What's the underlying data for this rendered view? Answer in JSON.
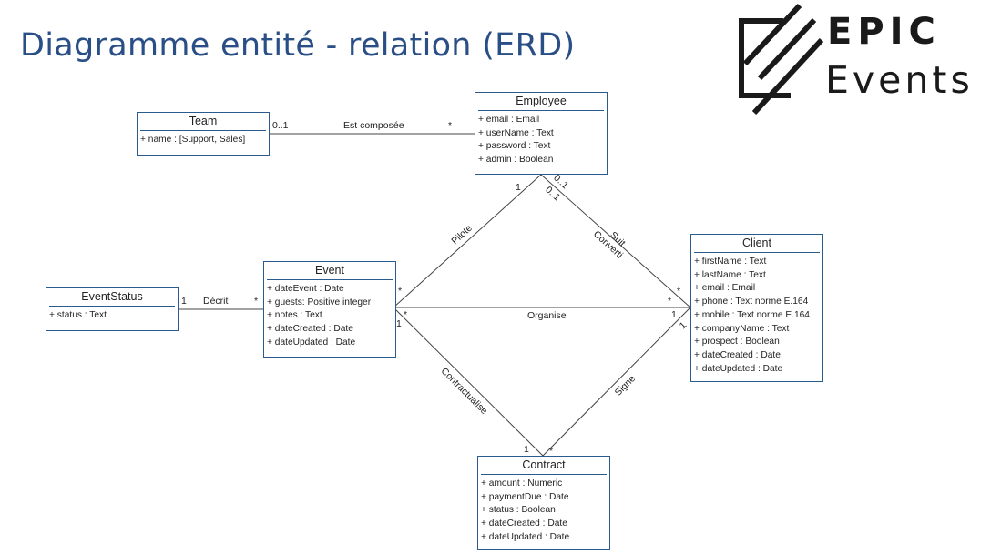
{
  "title": "Diagramme entité - relation (ERD)",
  "logo": {
    "line1": "EPIC",
    "line2": "Events"
  },
  "entities": {
    "team": {
      "name": "Team",
      "attrs": [
        "+ name : [Support, Sales]"
      ]
    },
    "employee": {
      "name": "Employee",
      "attrs": [
        "+ email : Email",
        "+ userName : Text",
        "+ password : Text",
        "+ admin : Boolean"
      ]
    },
    "client": {
      "name": "Client",
      "attrs": [
        "+ firstName : Text",
        "+ lastName : Text",
        "+ email : Email",
        "+ phone : Text norme E.164",
        "+ mobile : Text norme E.164",
        "+ companyName : Text",
        "+ prospect : Boolean",
        "+ dateCreated : Date",
        "+ dateUpdated : Date"
      ]
    },
    "event": {
      "name": "Event",
      "attrs": [
        "+ dateEvent : Date",
        "+ guests: Positive integer",
        "+ notes : Text",
        "+ dateCreated : Date",
        "+ dateUpdated : Date"
      ]
    },
    "eventstatus": {
      "name": "EventStatus",
      "attrs": [
        "+ status : Text"
      ]
    },
    "contract": {
      "name": "Contract",
      "attrs": [
        "+ amount : Numeric",
        "+ paymentDue : Date",
        "+ status : Boolean",
        "+ dateCreated : Date",
        "+ dateUpdated : Date"
      ]
    }
  },
  "relations": {
    "est_composee": {
      "label": "Est composée",
      "card_a": "0..1",
      "card_b": "*"
    },
    "pilote": {
      "label": "Pilote",
      "card_a": "1",
      "card_b": "*"
    },
    "suit": {
      "label": "Suit",
      "card_a": "0..1",
      "card_b": "*"
    },
    "converti": {
      "label": "Converti",
      "card_a": "0..1",
      "card_b": "*"
    },
    "decrit": {
      "label": "Décrit",
      "card_a": "1",
      "card_b": "*"
    },
    "organise": {
      "label": "Organise",
      "card_a": "*",
      "card_b": "1"
    },
    "contractualise": {
      "label": "Contractualise",
      "card_a": "1",
      "card_b": "1"
    },
    "signe": {
      "label": "Signe",
      "card_a": "*",
      "card_b": "1"
    }
  }
}
